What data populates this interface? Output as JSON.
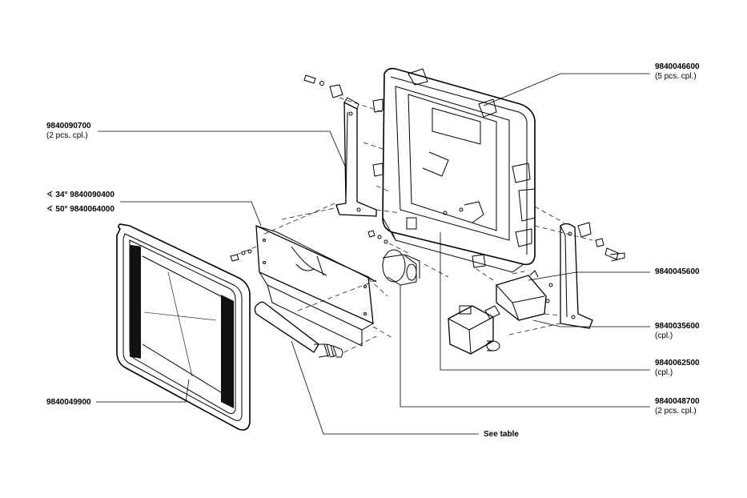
{
  "labels": {
    "l1": {
      "part": "9840046600",
      "note": "(5 pcs. cpl.)"
    },
    "l2": {
      "part": "9840090700",
      "note": "(2 pcs. cpl.)"
    },
    "l3": {
      "angle": "34°",
      "part": "9840090400"
    },
    "l4": {
      "angle": "50°",
      "part": "9840064000"
    },
    "l5": {
      "part": "9840045600"
    },
    "l6": {
      "part": "9840035600",
      "note": "(cpl.)"
    },
    "l7": {
      "part": "9840062500",
      "note": "(cpl.)"
    },
    "l8": {
      "part": "9840049900"
    },
    "l9": {
      "part": "9840048700",
      "note": "(2 pcs. cpl.)"
    },
    "l10": {
      "text": "See table"
    }
  },
  "colors": {
    "line": "#000000",
    "background": "#ffffff",
    "dash": "#222222"
  },
  "angle_symbol": "angle-icon"
}
